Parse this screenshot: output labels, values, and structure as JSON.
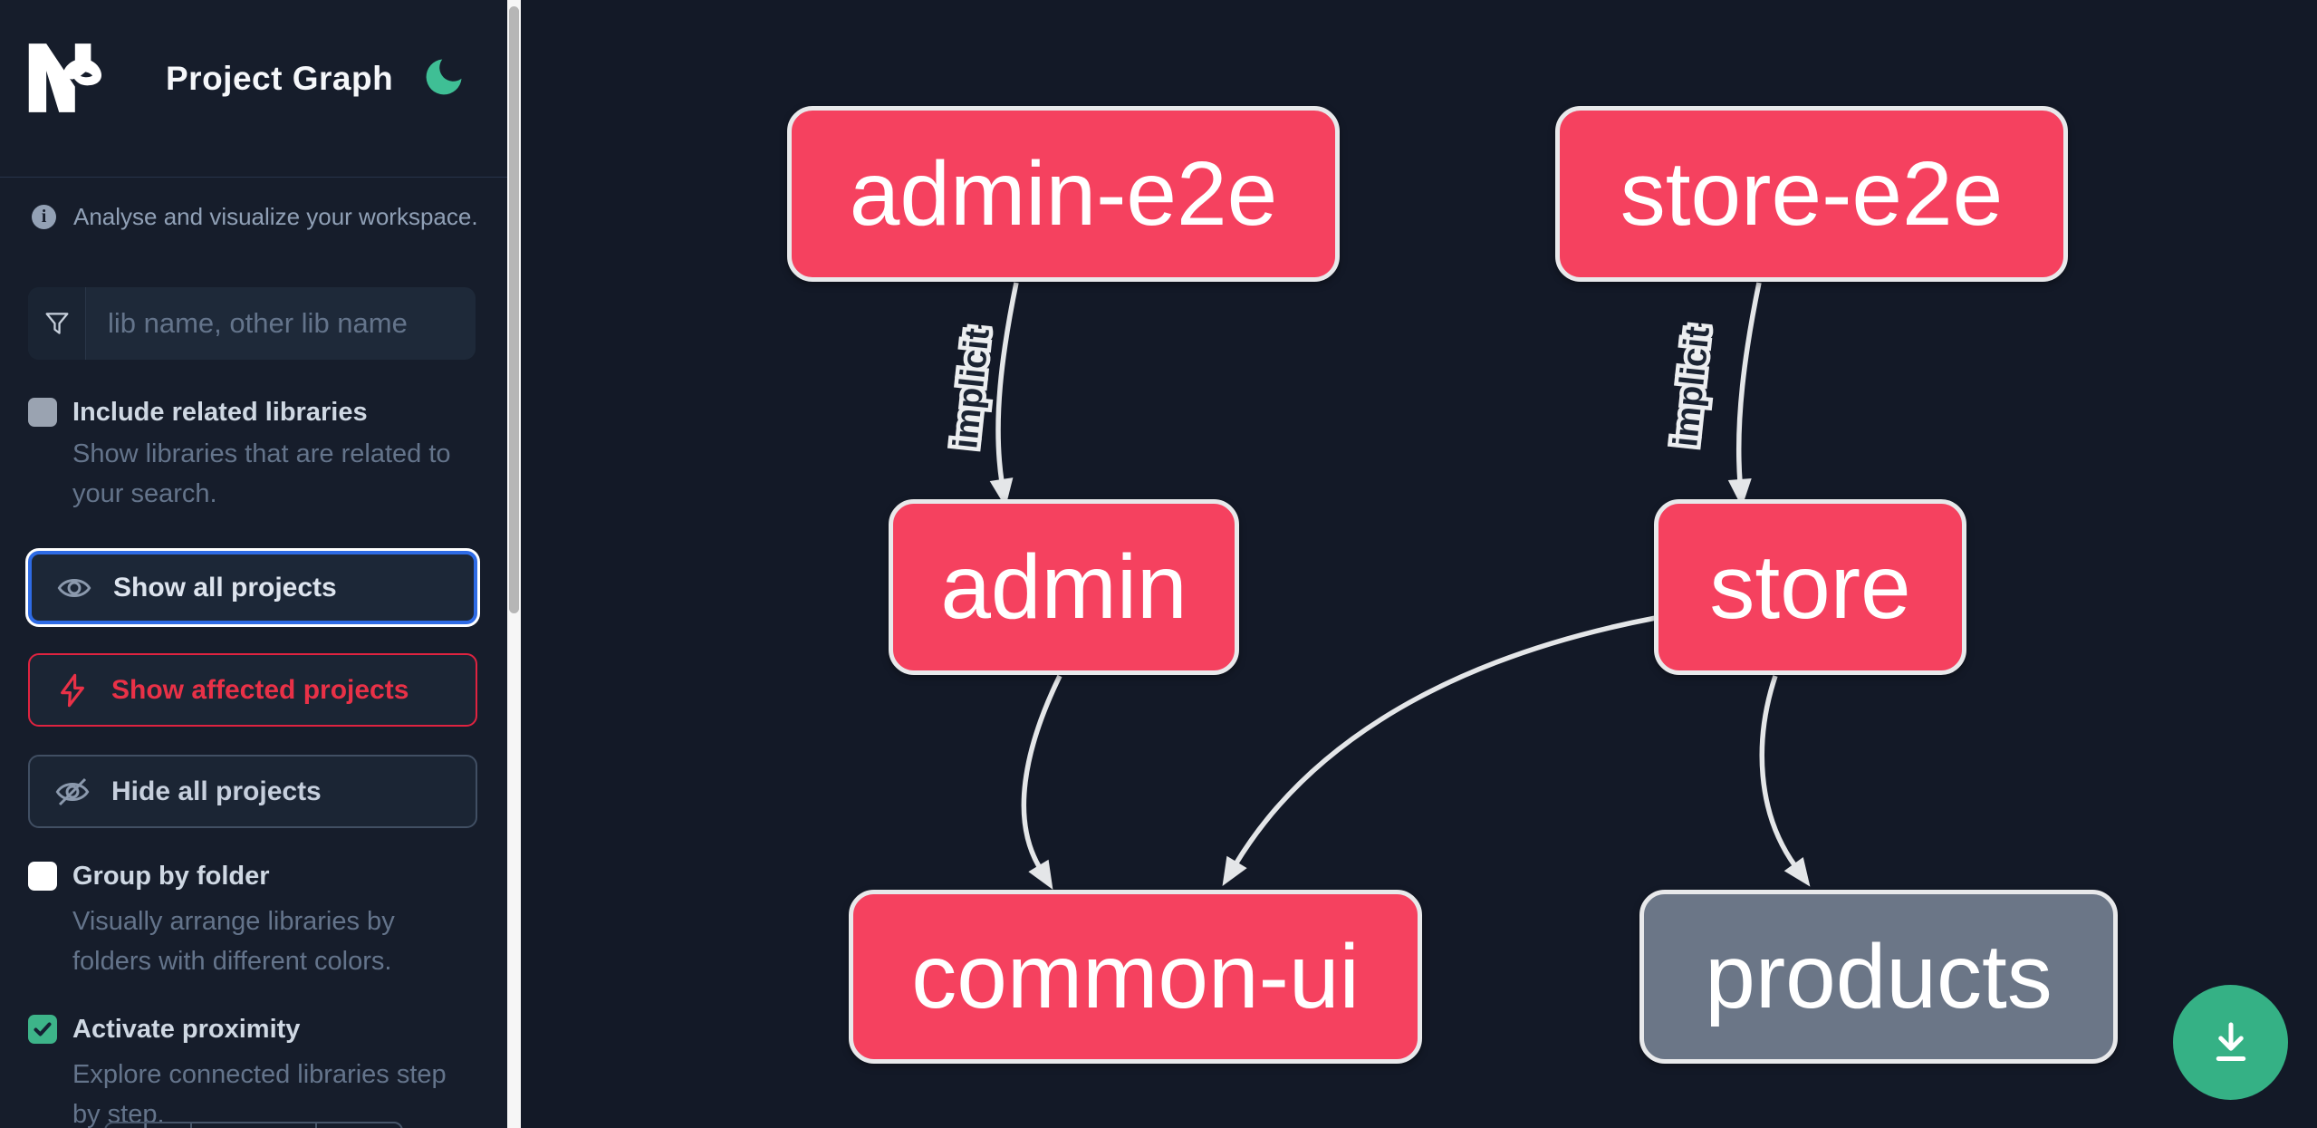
{
  "header": {
    "title": "Project Graph"
  },
  "sidebar": {
    "info_text": "Analyse and visualize your workspace.",
    "search_placeholder": "lib name, other lib name",
    "include_related": {
      "label": "Include related libraries",
      "description": "Show libraries that are related to your search.",
      "checked": false
    },
    "actions": {
      "show_all": "Show all projects",
      "show_affected": "Show affected projects",
      "hide_all": "Hide all projects"
    },
    "group_by_folder": {
      "label": "Group by folder",
      "description": "Visually arrange libraries by folders with different colors.",
      "checked": false
    },
    "activate_proximity": {
      "label": "Activate proximity",
      "description": "Explore connected libraries step by step.",
      "checked": true
    }
  },
  "graph": {
    "nodes": [
      {
        "id": "admin-e2e",
        "label": "admin-e2e",
        "color": "pink"
      },
      {
        "id": "store-e2e",
        "label": "store-e2e",
        "color": "pink"
      },
      {
        "id": "admin",
        "label": "admin",
        "color": "pink"
      },
      {
        "id": "store",
        "label": "store",
        "color": "pink"
      },
      {
        "id": "common-ui",
        "label": "common-ui",
        "color": "pink"
      },
      {
        "id": "products",
        "label": "products",
        "color": "gray"
      }
    ],
    "edges": [
      {
        "from": "admin-e2e",
        "to": "admin",
        "label": "implicit"
      },
      {
        "from": "store-e2e",
        "to": "store",
        "label": "implicit"
      },
      {
        "from": "admin",
        "to": "common-ui",
        "label": ""
      },
      {
        "from": "store",
        "to": "common-ui",
        "label": ""
      },
      {
        "from": "store",
        "to": "products",
        "label": ""
      }
    ]
  },
  "icons": {
    "logo": "nx-logo",
    "theme": "moon-icon",
    "info": "info-icon",
    "search": "funnel-icon",
    "show_all": "eye-icon",
    "show_affected": "bolt-icon",
    "hide_all": "eye-off-icon",
    "proximity_check": "check-icon",
    "fab": "download-icon"
  },
  "colors": {
    "app_node": "#f5415f",
    "lib_node": "#6b7687",
    "edge": "#e4e6e8",
    "accent_green": "#3db489",
    "focus_blue": "#2e6be5",
    "affected_red": "#e93147",
    "sidebar_bg": "#161d2b",
    "canvas_bg": "#131927"
  }
}
